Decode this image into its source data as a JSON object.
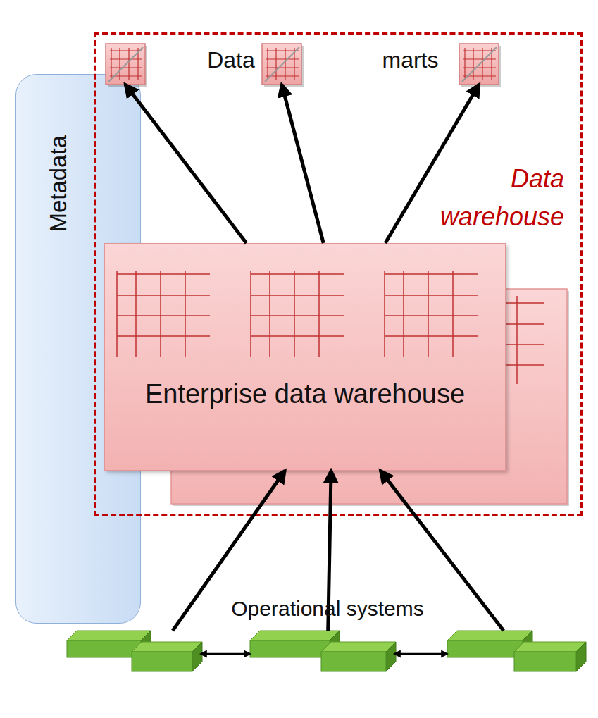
{
  "diagram": {
    "nodes": [
      {
        "text": [
          "Data warehouse"
        ]
      },
      {
        "text": [],
        "in": 0
      },
      {
        "text": [],
        "in": 0
      },
      {
        "text": [],
        "in": 0
      },
      {
        "text": [
          "Enterprise data warehouse"
        ],
        "in": 0
      },
      {
        "text": [
          "Metadata"
        ]
      },
      {
        "text": []
      },
      {
        "text": []
      },
      {
        "text": []
      }
    ],
    "edges": [
      {
        "from": 4,
        "to": 1,
        "arrow": "to"
      },
      {
        "from": 4,
        "to": 2,
        "arrow": "to"
      },
      {
        "from": 4,
        "to": 3,
        "arrow": "to"
      },
      {
        "from": 6,
        "to": 4,
        "arrow": "to"
      },
      {
        "from": 7,
        "to": 4,
        "arrow": "to"
      },
      {
        "from": 8,
        "to": 4,
        "arrow": "to"
      },
      {
        "from": 6,
        "to": 7,
        "arrow": "both"
      },
      {
        "from": 7,
        "to": 8,
        "arrow": "both"
      }
    ],
    "labels": [
      "Data",
      "marts",
      "Operational systems"
    ]
  }
}
